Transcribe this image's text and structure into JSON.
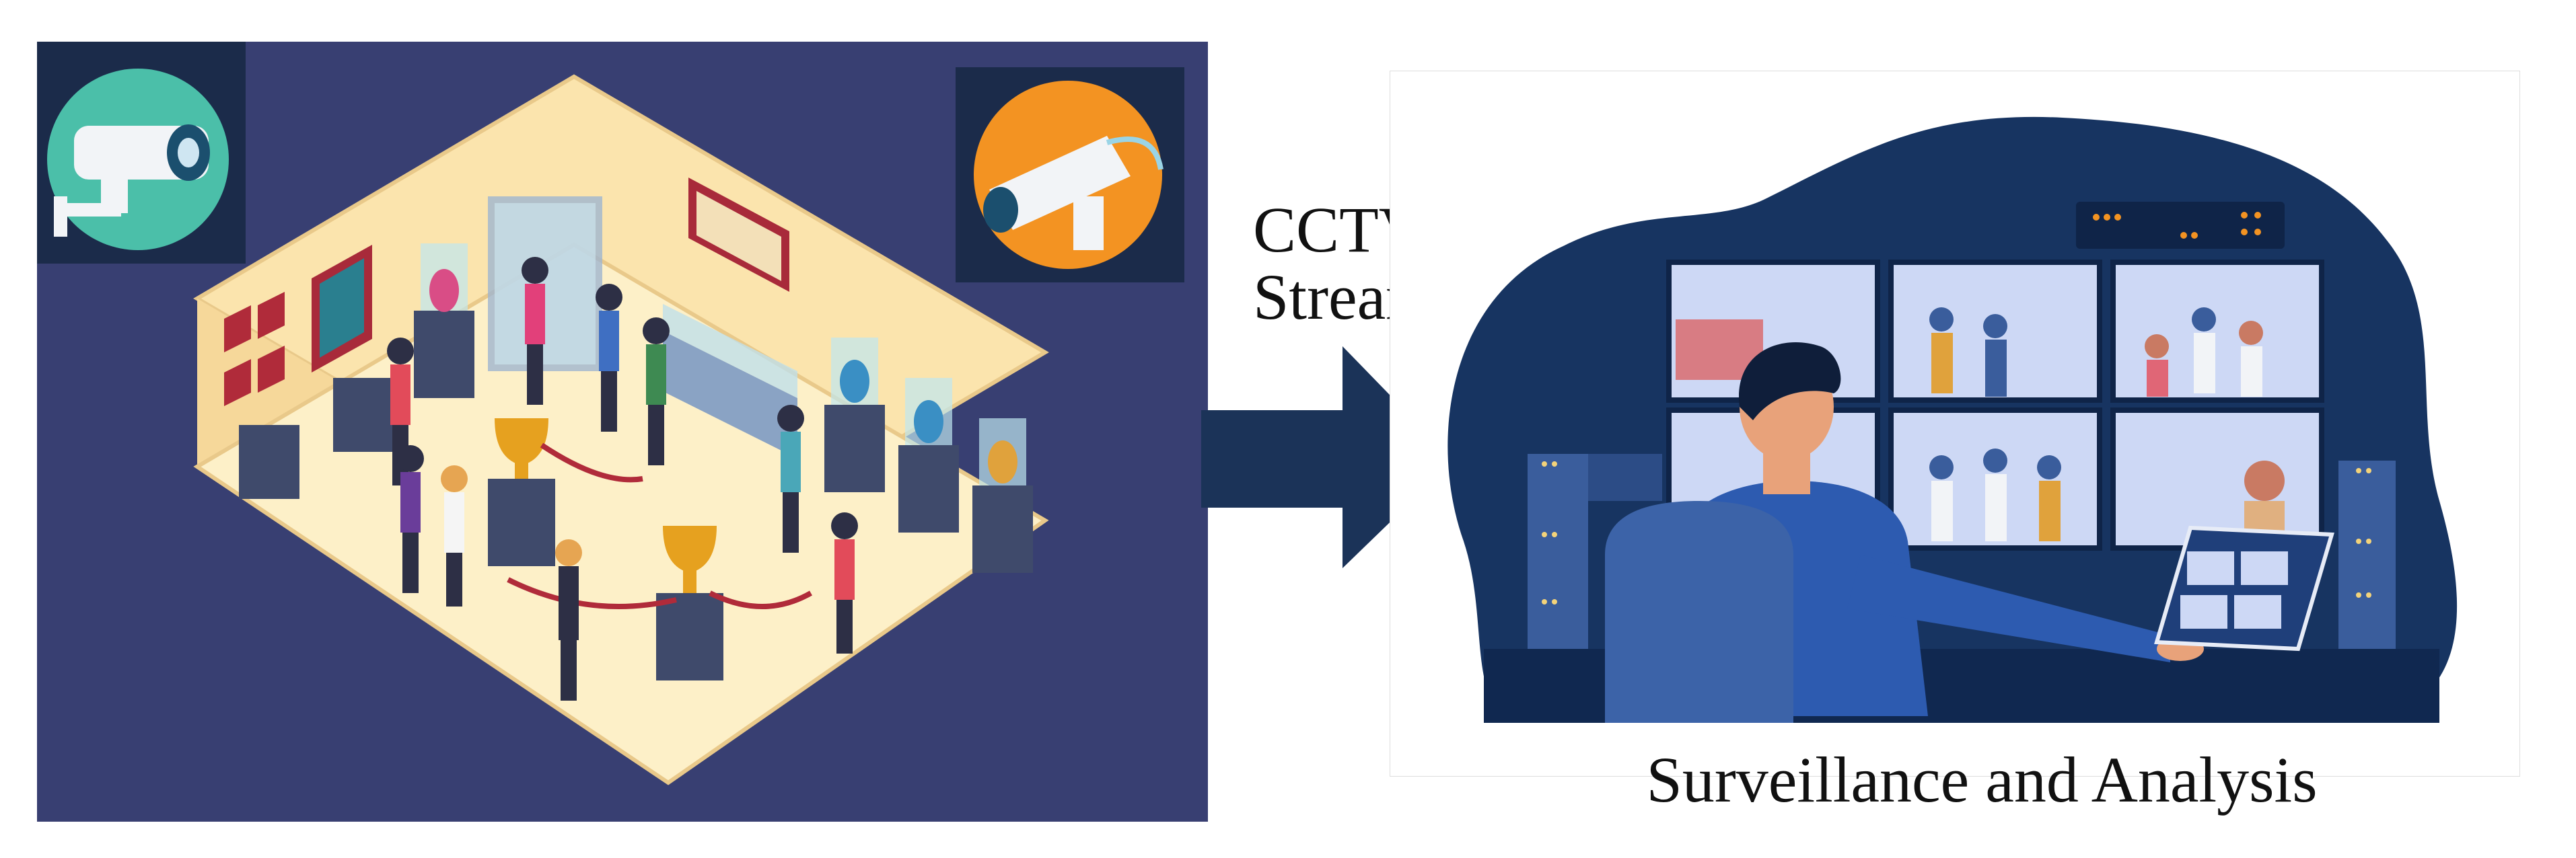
{
  "labels": {
    "streams_line1": "CCTV",
    "streams_line2": "Streams",
    "output": "Surveillance and Analysis"
  },
  "colors": {
    "museum_background": "#383f72",
    "camera_tile": "#1b2b4a",
    "camera_left_circle": "#4bbfa9",
    "camera_right_circle": "#f39322",
    "room_floor": "#fdf0c8",
    "room_wall": "#fbe4ad",
    "arrow": "#1b3358",
    "control_room_blob": "#173461",
    "monitor_screen": "#cdd8f5"
  },
  "icons": [
    "cctv-camera-icon",
    "cctv-camera-icon",
    "flow-arrow-icon"
  ]
}
